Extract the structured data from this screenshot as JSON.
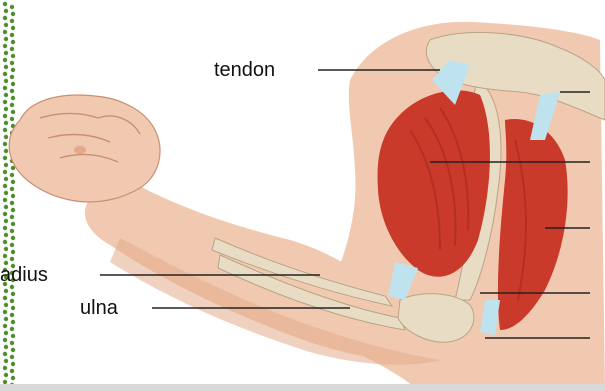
{
  "labels": {
    "tendon": "tendon",
    "radius": "adius",
    "ulna": "ulna"
  },
  "colors": {
    "skin": "#f1c9b0",
    "skin_shadow": "#e3a98a",
    "muscle": "#c93a2a",
    "muscle_dark": "#a5281c",
    "bone": "#e9dcc5",
    "bone_shadow": "#c8b79a",
    "tendon": "#bfe3ee",
    "border_dots": "#4d8f2a"
  }
}
